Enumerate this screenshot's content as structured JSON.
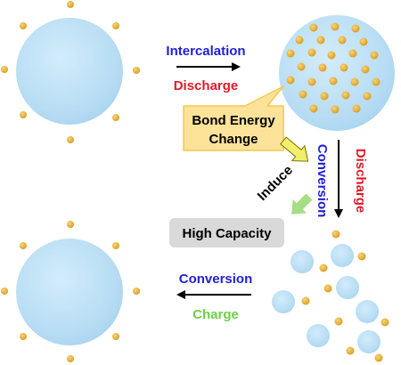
{
  "labels": {
    "intercalation": "Intercalation",
    "discharge_top": "Discharge",
    "bond_energy_line1": "Bond Energy",
    "bond_energy_line2": "Change",
    "induce": "Induce",
    "conversion_vertical": "Conversion",
    "discharge_vertical": "Discharge",
    "high_capacity": "High Capacity",
    "conversion_bottom": "Conversion",
    "charge_bottom": "Charge"
  },
  "colors": {
    "blue_text": "#1f1fd8",
    "red_text": "#e01b2a",
    "green_text": "#6fcf4a",
    "sphere_fill": "#b8ddf3",
    "atom": "#e7ae2e",
    "callout_fill": "#fde39a",
    "callout_stroke": "#f1c94d",
    "capacity_box": "#d9d9d9",
    "induce_arrow": "#f2f06a",
    "green_arrow": "#a6dd86"
  }
}
